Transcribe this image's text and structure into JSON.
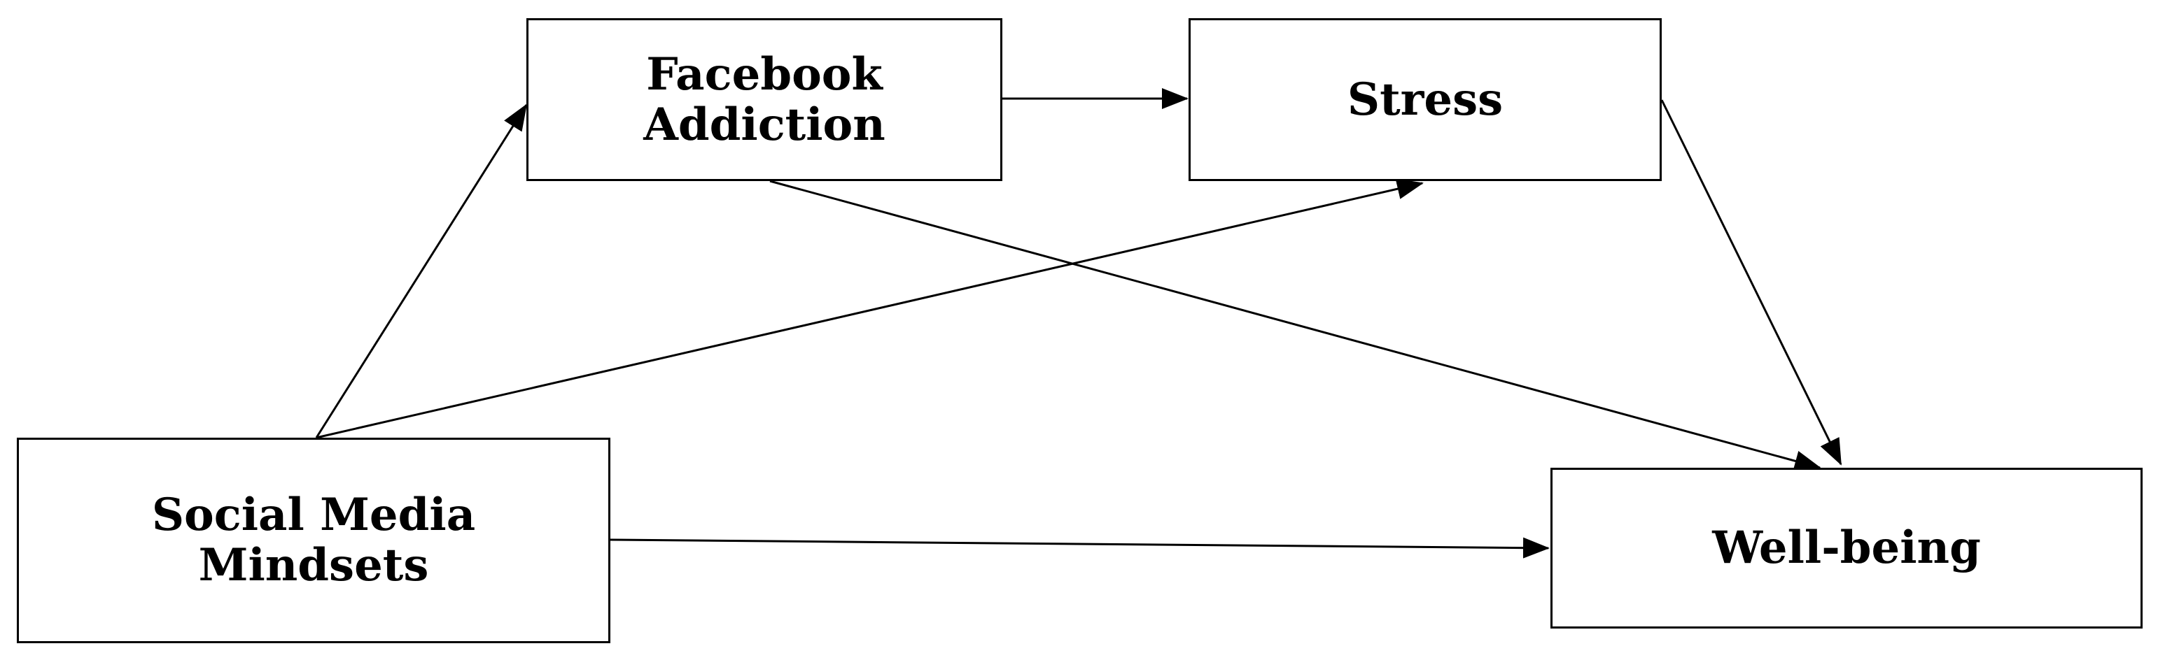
{
  "nodes": {
    "facebook_addiction": "Facebook\nAddiction",
    "stress": "Stress",
    "social_media_mindsets": "Social Media\nMindsets",
    "well_being": "Well-being"
  },
  "edges": [
    {
      "from": "Social Media Mindsets",
      "to": "Facebook Addiction"
    },
    {
      "from": "Social Media Mindsets",
      "to": "Stress"
    },
    {
      "from": "Social Media Mindsets",
      "to": "Well-being"
    },
    {
      "from": "Facebook Addiction",
      "to": "Stress"
    },
    {
      "from": "Facebook Addiction",
      "to": "Well-being"
    },
    {
      "from": "Stress",
      "to": "Well-being"
    }
  ]
}
